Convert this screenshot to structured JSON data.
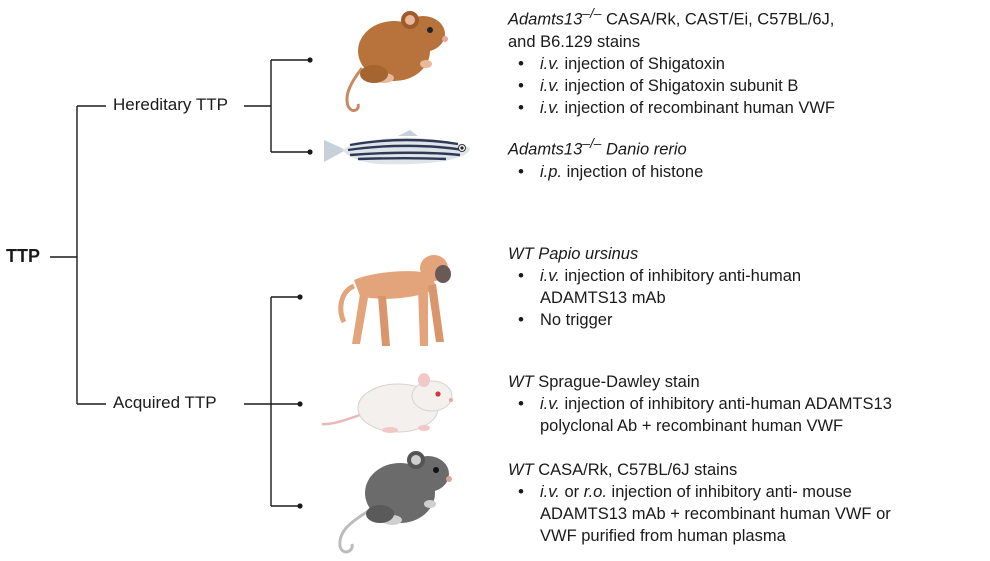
{
  "root": {
    "label": "TTP"
  },
  "branches": [
    {
      "label": "Hereditary TTP"
    },
    {
      "label": "Acquired TTP"
    }
  ],
  "colors": {
    "mouse_brown": "#b8723c",
    "mouse_grey": "#6b6b6b",
    "rat_white": "#f3f0ee",
    "baboon": "#e3a47c",
    "fish_stripe": "#2e3a55",
    "line": "#1a1a1a"
  },
  "models": [
    {
      "icon": "brown-mouse-icon",
      "head_html": "<i>Adamts13</i><sup><i>–/–</i></sup> CASA/Rk, CAST/Ei, C57BL/6J,",
      "head2": "and B6.129 stains",
      "items_html": [
        "<i>i.v.</i> injection of Shigatoxin",
        "<i>i.v.</i> injection of Shigatoxin subunit B",
        "<i>i.v.</i> injection of recombinant human VWF"
      ]
    },
    {
      "icon": "zebrafish-icon",
      "head_html": "<i>Adamts13</i><sup><i>–/–</i></sup> <i>Danio rerio</i>",
      "items_html": [
        "<i>i.p.</i> injection of histone"
      ]
    },
    {
      "icon": "baboon-icon",
      "head_html": "<i>WT Papio ursinus</i>",
      "items_html": [
        "<i>i.v.</i> injection of inhibitory anti-human<br>ADAMTS13 mAb",
        "No trigger"
      ]
    },
    {
      "icon": "white-rat-icon",
      "head_html": "<i>WT</i> Sprague-Dawley stain",
      "items_html": [
        "<i>i.v.</i> injection of inhibitory anti-human ADAMTS13<br>polyclonal Ab + recombinant human VWF"
      ]
    },
    {
      "icon": "grey-mouse-icon",
      "head_html": "<i>WT</i> CASA/Rk, C57BL/6J stains",
      "items_html": [
        "<i>i.v.</i> or <i>r.o.</i> injection of inhibitory anti- mouse<br>ADAMTS13 mAb + recombinant human VWF or<br>VWF purified from human plasma"
      ]
    }
  ]
}
